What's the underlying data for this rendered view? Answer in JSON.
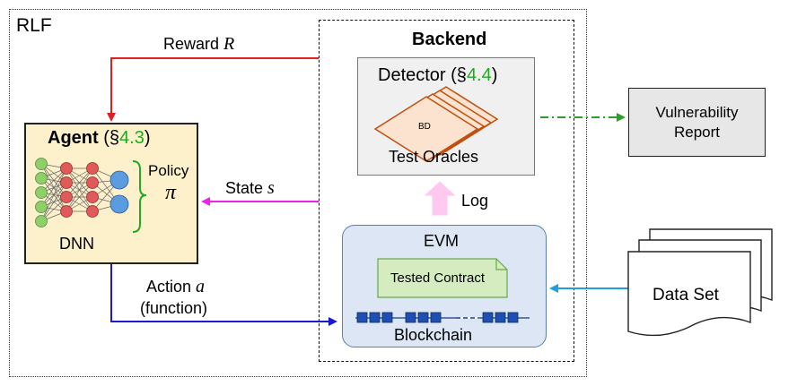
{
  "rlf_label": "RLF",
  "backend_label": "Backend",
  "agent": {
    "title": "Agent",
    "section_open": " (§",
    "section_num": "4.3",
    "section_close": ")",
    "policy_label": "Policy",
    "policy_symbol": "π",
    "dnn_label": "DNN"
  },
  "detector": {
    "title": "Detector (§",
    "section_num": "4.4",
    "section_close": ")",
    "bd_label": "BD",
    "oracles_label": "Test Oracles"
  },
  "evm": {
    "title": "EVM",
    "contract_label": "Tested Contract",
    "blockchain_label": "Blockchain"
  },
  "vulnerability_report": {
    "line1": "Vulnerability",
    "line2": "Report"
  },
  "data_set_label": "Data Set",
  "edges": {
    "reward": {
      "text": "Reward",
      "symbol": "R"
    },
    "state": {
      "text": "State",
      "symbol": "s"
    },
    "action": {
      "text": "Action",
      "symbol": "a",
      "line2": "(function)"
    },
    "log": {
      "text": "Log"
    }
  },
  "colors": {
    "reward_arrow": "#e02020",
    "state_arrow": "#ee22ee",
    "action_arrow": "#1a1acc",
    "log_arrow": "#ffc8ee",
    "report_arrow": "#2aa02a",
    "dataset_arrow": "#1ea0e0",
    "section_number": "#1faa1f",
    "agent_fill": "#fdf1cc",
    "evm_fill": "#dce6f5",
    "contract_fill": "#d4ecc0"
  }
}
